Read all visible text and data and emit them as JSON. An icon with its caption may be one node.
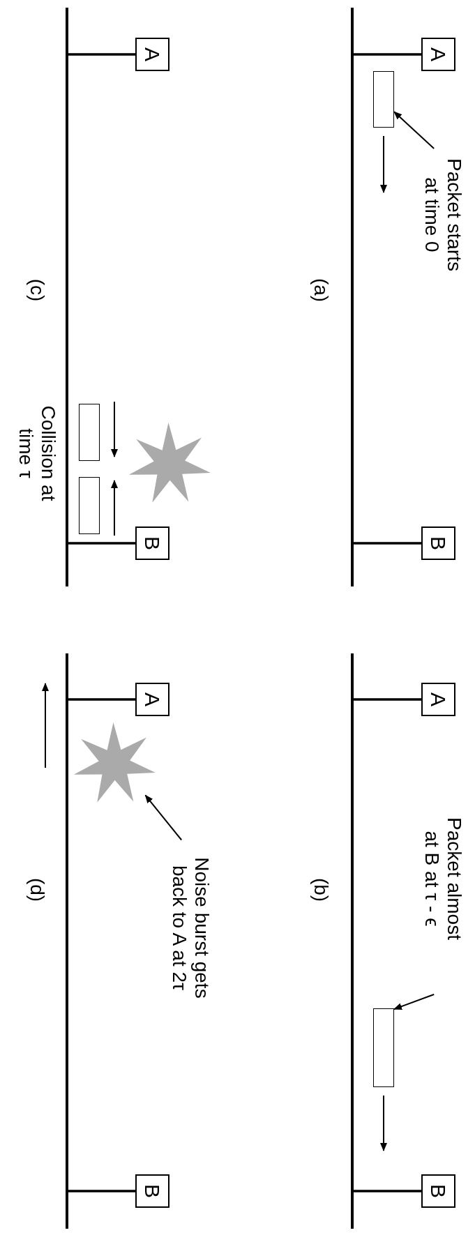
{
  "diagram": {
    "nodes": [
      {
        "text": [
          "A"
        ]
      },
      {
        "text": [
          "Packet starts at time 0"
        ]
      },
      {
        "text": [],
        "shape": "box"
      },
      {
        "text": [
          "B"
        ]
      },
      {
        "text": [
          "A"
        ]
      },
      {
        "text": [
          "Packet almost at B at τ - ϵ"
        ]
      },
      {
        "text": [],
        "shape": "box"
      },
      {
        "text": [
          "B"
        ]
      },
      {
        "text": [
          "A"
        ]
      },
      {
        "text": [],
        "shape": "star"
      },
      {
        "text": [],
        "shape": "box"
      },
      {
        "text": [],
        "shape": "box"
      },
      {
        "text": [
          "B"
        ]
      },
      {
        "text": [
          "A"
        ]
      },
      {
        "text": [],
        "shape": "star"
      },
      {
        "text": [
          "Noise burst gets back to A at 2τ"
        ]
      },
      {
        "text": [
          "B"
        ]
      },
      {
        "text": [],
        "shape": "bar"
      },
      {
        "text": [],
        "shape": "bar"
      },
      {
        "text": [],
        "shape": "bar"
      },
      {
        "text": [],
        "shape": "bar"
      }
    ],
    "edges": [
      {
        "from": 1,
        "to": 2,
        "arrow": "to"
      },
      {
        "from": 5,
        "to": 6,
        "arrow": "to"
      },
      {
        "from": 15,
        "to": 14,
        "arrow": "to"
      },
      {
        "from": 0,
        "to": 17,
        "arrow": "none"
      },
      {
        "from": 3,
        "to": 17,
        "arrow": "none"
      },
      {
        "from": 4,
        "to": 18,
        "arrow": "none"
      },
      {
        "from": 7,
        "to": 18,
        "arrow": "none"
      },
      {
        "from": 8,
        "to": 19,
        "arrow": "none"
      },
      {
        "from": 12,
        "to": 19,
        "arrow": "none"
      },
      {
        "from": 13,
        "to": 20,
        "arrow": "none"
      },
      {
        "from": 16,
        "to": 20,
        "arrow": "none"
      }
    ],
    "labels": [
      "(a)",
      "(b)",
      "(c)",
      "Collision at time τ",
      "(d)"
    ]
  }
}
